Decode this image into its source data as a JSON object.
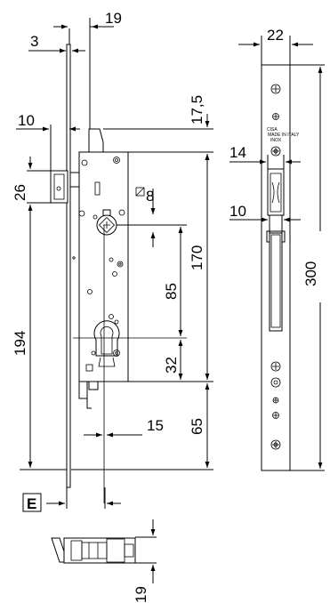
{
  "dimensions": {
    "d19_top": "19",
    "d3": "3",
    "d10_left": "10",
    "d26": "26",
    "d194": "194",
    "d17_5": "17,5",
    "d8": "8",
    "d170": "170",
    "d85": "85",
    "d32": "32",
    "d65": "65",
    "d15": "15",
    "d19_bottom": "19",
    "d22": "22",
    "d14": "14",
    "d10_right": "10",
    "d300": "300"
  },
  "labels": {
    "e_box": "E",
    "faceplate_brand": "CISA",
    "faceplate_line1": "MADE IN ITALY",
    "faceplate_line2": "INOX"
  }
}
